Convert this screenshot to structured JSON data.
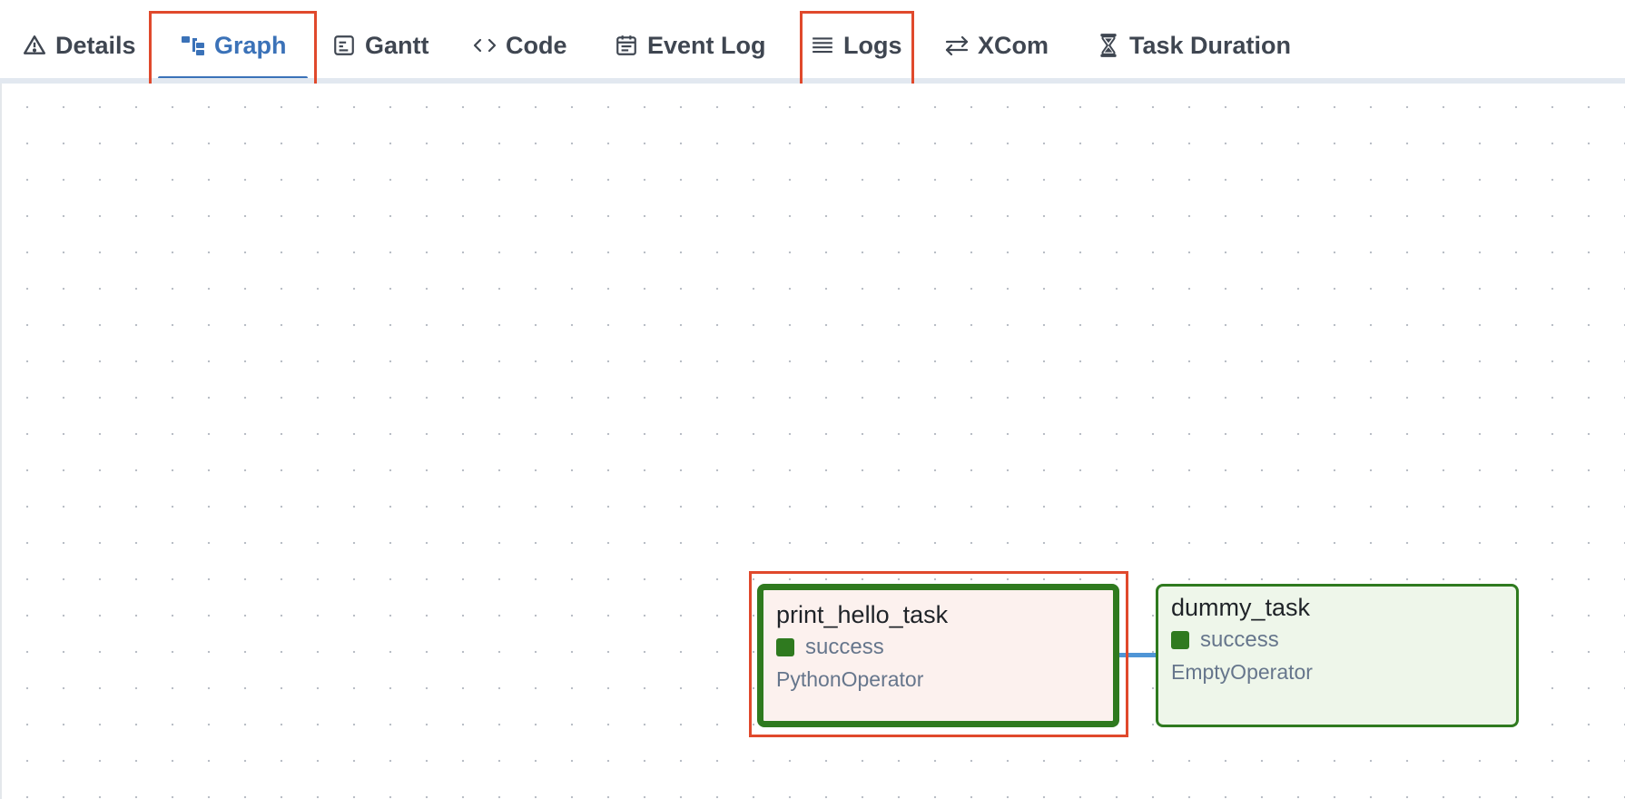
{
  "tabs": [
    {
      "label": "Details",
      "icon": "warning-triangle-icon",
      "active": false
    },
    {
      "label": "Graph",
      "icon": "graph-icon",
      "active": true
    },
    {
      "label": "Gantt",
      "icon": "gantt-icon",
      "active": false
    },
    {
      "label": "Code",
      "icon": "code-icon",
      "active": false
    },
    {
      "label": "Event Log",
      "icon": "calendar-icon",
      "active": false
    },
    {
      "label": "Logs",
      "icon": "logs-icon",
      "active": false
    },
    {
      "label": "XCom",
      "icon": "exchange-arrows-icon",
      "active": false
    },
    {
      "label": "Task Duration",
      "icon": "hourglass-icon",
      "active": false
    }
  ],
  "graph": {
    "nodes": [
      {
        "name": "print_hello_task",
        "status": "success",
        "operator": "PythonOperator",
        "selected": true
      },
      {
        "name": "dummy_task",
        "status": "success",
        "operator": "EmptyOperator",
        "selected": false
      }
    ]
  },
  "colors": {
    "accent": "#3b72b8",
    "highlight": "#e0492c",
    "success": "#2f7a1f",
    "edge": "#4f95d6"
  }
}
